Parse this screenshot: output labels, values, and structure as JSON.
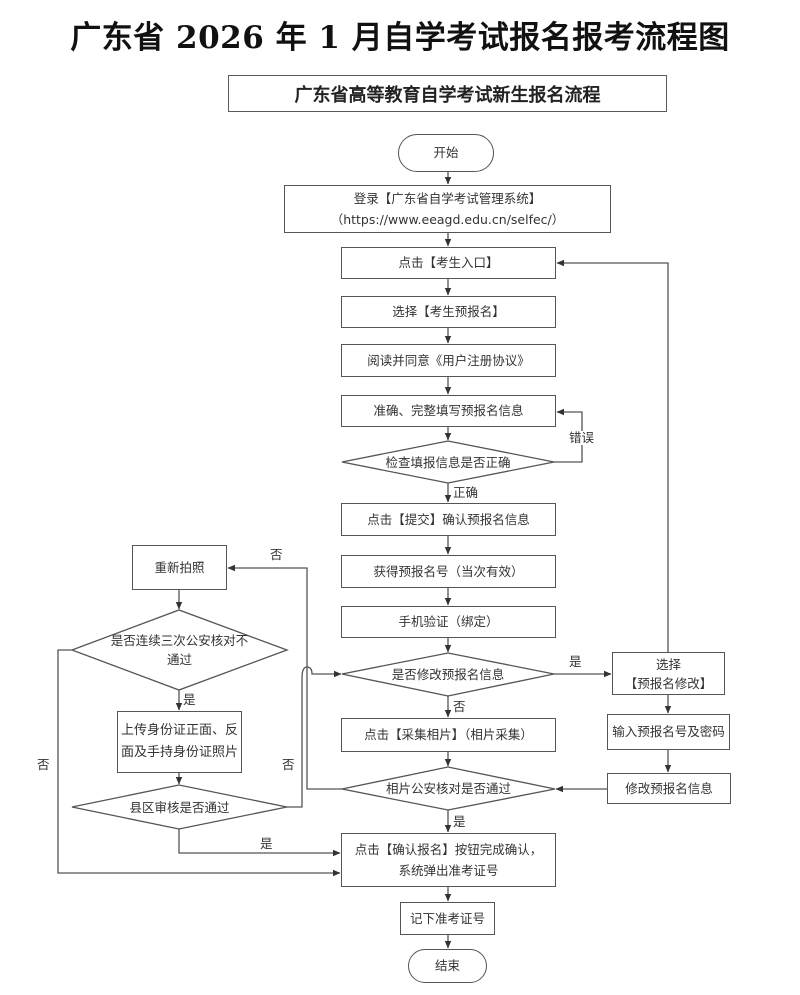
{
  "header": {
    "title": "广东省 2026 年 1 月自学考试报名报考流程图",
    "subtitle": "广东省高等教育自学考试新生报名流程"
  },
  "nodes": {
    "start": "开始",
    "login": {
      "line1": "登录【广东省自学考试管理系统】",
      "line2": "（https://www.eeagd.edu.cn/selfec/）"
    },
    "click_entry": "点击【考生入口】",
    "select_prereg": "选择【考生预报名】",
    "read_agree": "阅读并同意《用户注册协议》",
    "fill_info": "准确、完整填写预报名信息",
    "check_info": "检查填报信息是否正确",
    "submit": "点击【提交】确认预报名信息",
    "get_number": "获得预报名号（当次有效）",
    "phone_verify": "手机验证（绑定）",
    "modify_decision": "是否修改预报名信息",
    "collect_photo": "点击【采集相片】（相片采集）",
    "photo_check": "相片公安核对是否通过",
    "confirm": {
      "line1": "点击【确认报名】按钮完成确认，",
      "line2": "系统弹出准考证号"
    },
    "record": "记下准考证号",
    "end": "结束",
    "select_modify": {
      "line1": "选择",
      "line2": "【预报名修改】"
    },
    "input_number": "输入预报名号及密码",
    "modify_info": "修改预报名信息",
    "retake_photo": "重新拍照",
    "three_fail": {
      "line1": "是否连续三次公安核对不",
      "line2": "通过"
    },
    "upload_id": {
      "line1": "上传身份证正面、反",
      "line2": "面及手持身份证照片"
    },
    "county_review": "县区审核是否通过"
  },
  "edge_labels": {
    "check_wrong": "错误",
    "check_right": "正确",
    "modify_yes": "是",
    "modify_no": "否",
    "photo_yes": "是",
    "photo_no": "否",
    "three_fail_yes": "是",
    "three_fail_no": "否",
    "county_no": "否",
    "county_yes": "是"
  }
}
